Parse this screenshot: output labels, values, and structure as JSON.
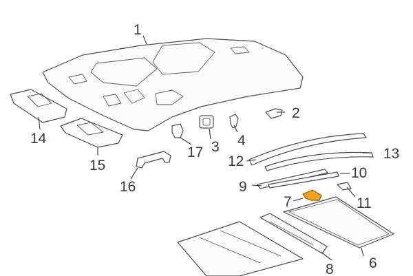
{
  "colors": {
    "line": "#4a4a4a",
    "highlight_fill": "#f0a21e",
    "highlight_stroke": "#8a5a00",
    "label": "#3a3a3a"
  },
  "parts": [
    {
      "label": "1"
    },
    {
      "label": "2"
    },
    {
      "label": "3"
    },
    {
      "label": "4"
    },
    {
      "label": "6"
    },
    {
      "label": "7",
      "highlighted": true
    },
    {
      "label": "8"
    },
    {
      "label": "9"
    },
    {
      "label": "10"
    },
    {
      "label": "11"
    },
    {
      "label": "12"
    },
    {
      "label": "13"
    },
    {
      "label": "14"
    },
    {
      "label": "15"
    },
    {
      "label": "16"
    },
    {
      "label": "17"
    }
  ]
}
